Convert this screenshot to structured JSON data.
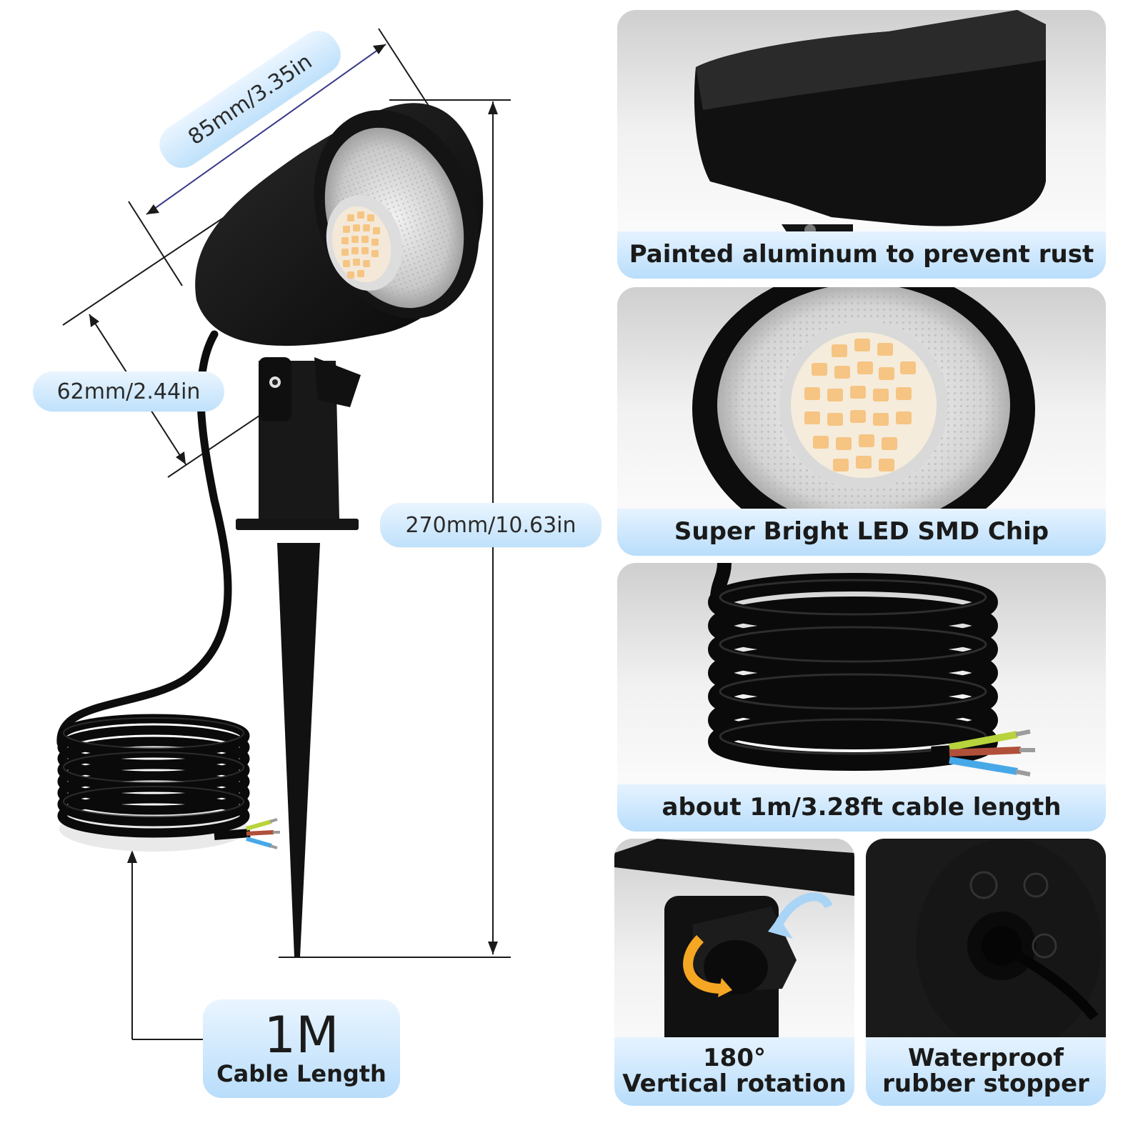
{
  "dimensions": {
    "width_label": "85mm/3.35in",
    "depth_label": "62mm/2.44in",
    "height_label": "270mm/10.63in"
  },
  "cable_badge": {
    "big": "1M",
    "small": "Cable Length"
  },
  "features": [
    {
      "caption": "Painted aluminum to prevent rust"
    },
    {
      "caption": "Super Bright  LED SMD Chip"
    },
    {
      "caption": "about 1m/3.28ft cable length"
    },
    {
      "caption_line1": "180°",
      "caption_line2": "Vertical rotation"
    },
    {
      "caption_line1": "Waterproof",
      "caption_line2": "rubber stopper"
    }
  ],
  "colors": {
    "caption_band": "#b8ddfb",
    "led_chip": "#f6c583",
    "wire_green": "#b8d43c",
    "wire_brown": "#b0503a",
    "wire_blue": "#47a8e8",
    "rotation_arrow": "#f5a623"
  }
}
